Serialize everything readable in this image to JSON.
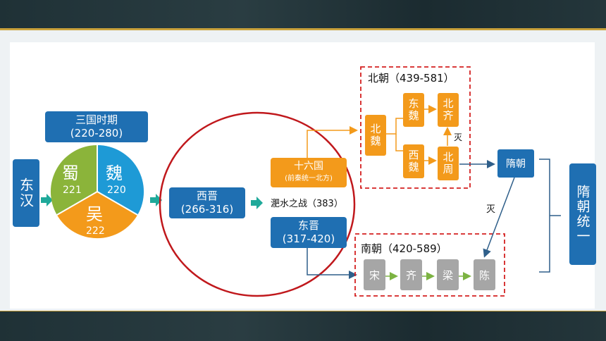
{
  "donghan": "东汉",
  "sanguo": {
    "title": "三国时期",
    "years": "(220-280)",
    "shu": {
      "name": "蜀",
      "year": "221"
    },
    "wei": {
      "name": "魏",
      "year": "220"
    },
    "wu": {
      "name": "吴",
      "year": "222"
    }
  },
  "xijin": {
    "name": "西晋",
    "years": "(266-316)"
  },
  "shiliuguo": {
    "name": "十六国",
    "note": "(前秦统一北方)"
  },
  "feishui": "淝水之战（383）",
  "dongjin": {
    "name": "东晋",
    "years": "(317-420)"
  },
  "beichao": {
    "title": "北朝（439-581）",
    "beiwei": "北魏",
    "dongwei": "东魏",
    "xiwei": "西魏",
    "beiqi": "北齐",
    "beizhou": "北周",
    "mie": "灭"
  },
  "nanchao": {
    "title": "南朝（420-589）",
    "dynasties": [
      "宋",
      "齐",
      "梁",
      "陈"
    ]
  },
  "suichao": "隋朝",
  "mie2": "灭",
  "unify": "隋朝统一",
  "colors": {
    "blue": "#1f6fb2",
    "orange": "#f39a1b",
    "gray": "#a6a6a6",
    "red": "#c0181c",
    "teal": "#1fa99a",
    "green": "#7cb342",
    "skyblue": "#1e9ad6"
  }
}
